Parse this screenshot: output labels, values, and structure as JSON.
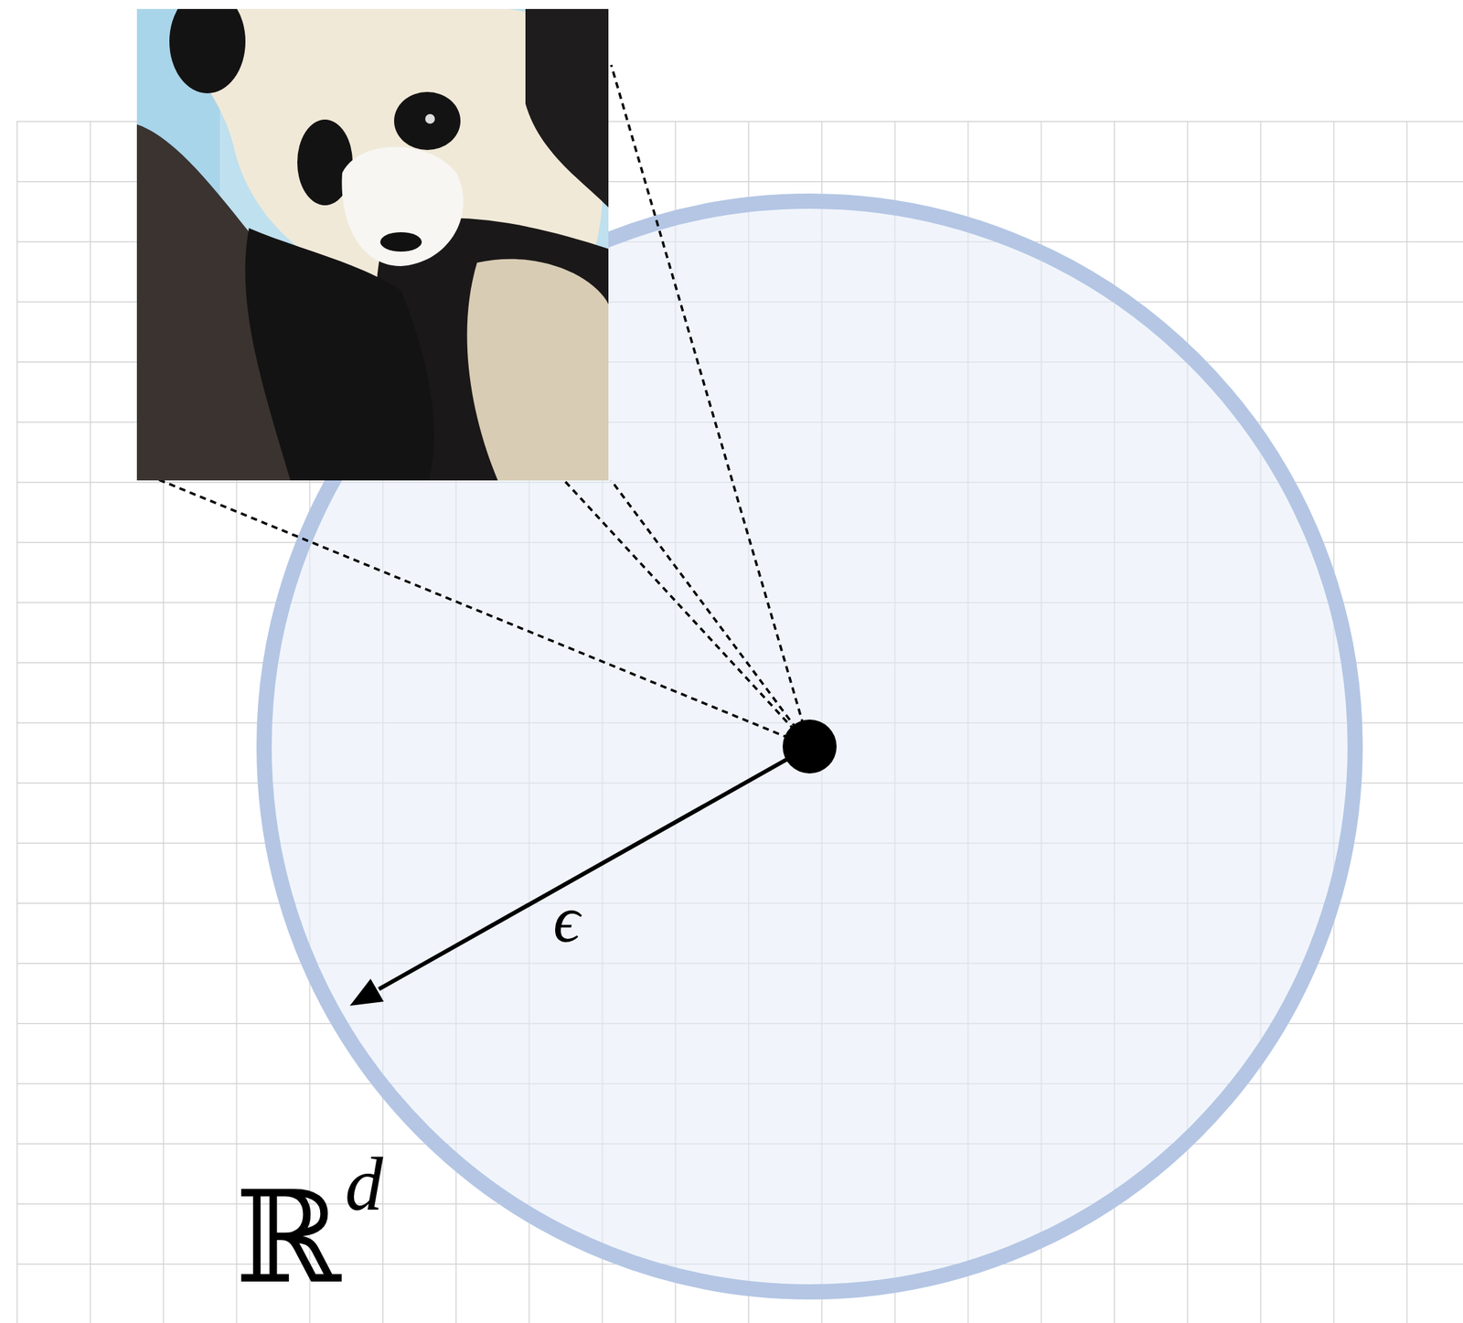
{
  "diagram": {
    "labels": [
      "ϵ",
      "ℝ",
      "d"
    ]
  }
}
